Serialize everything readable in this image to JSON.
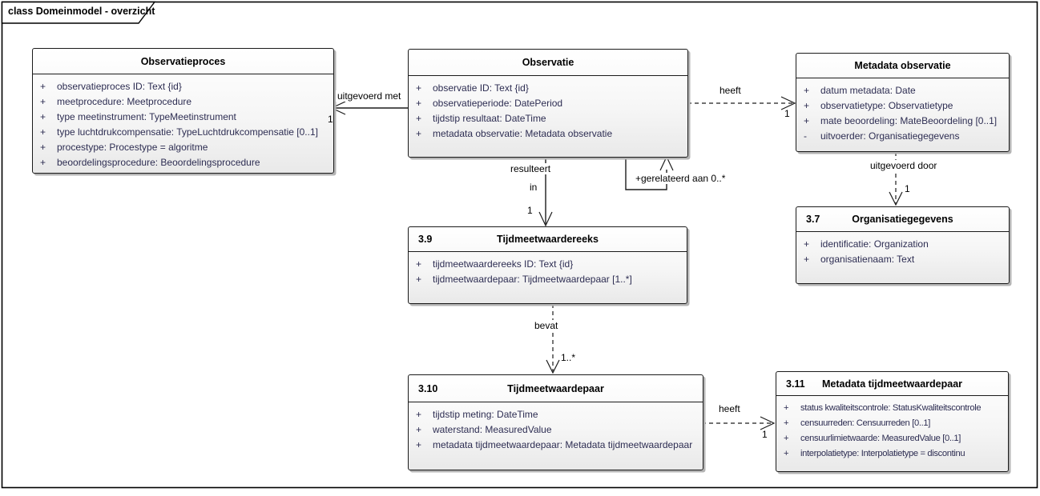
{
  "frame": {
    "title": "class Domeinmodel - overzicht"
  },
  "colors": {
    "attribute_text": "#2d2d52",
    "line": "#1c1c1c",
    "box_fill_top": "#ffffff",
    "box_fill_bottom": "#e9e9e9"
  },
  "classes": [
    {
      "title": "Observatieproces",
      "attributes": [
        {
          "v": "+",
          "t": "observatieproces ID: Text {id}"
        },
        {
          "v": "+",
          "t": "meetprocedure: Meetprocedure"
        },
        {
          "v": "+",
          "t": "type meetinstrument: TypeMeetinstrument"
        },
        {
          "v": "+",
          "t": "type luchtdrukcompensatie: TypeLuchtdrukcompensatie [0..1]"
        },
        {
          "v": "+",
          "t": "procestype: Procestype = algoritme"
        },
        {
          "v": "+",
          "t": "beoordelingsprocedure: Beoordelingsprocedure"
        }
      ]
    },
    {
      "title": "Observatie",
      "attributes": [
        {
          "v": "+",
          "t": "observatie ID: Text {id}"
        },
        {
          "v": "+",
          "t": "observatieperiode: DatePeriod"
        },
        {
          "v": "+",
          "t": "tijdstip resultaat: DateTime"
        },
        {
          "v": "+",
          "t": "metadata observatie: Metadata observatie"
        }
      ]
    },
    {
      "title": "Metadata observatie",
      "attributes": [
        {
          "v": "+",
          "t": "datum metadata: Date"
        },
        {
          "v": "+",
          "t": "observatietype: Observatietype"
        },
        {
          "v": "+",
          "t": "mate beoordeling: MateBeoordeling [0..1]"
        },
        {
          "v": "-",
          "t": "uitvoerder: Organisatiegegevens"
        }
      ]
    },
    {
      "number": "3.7",
      "title": "Organisatiegegevens",
      "attributes": [
        {
          "v": "+",
          "t": "identificatie: Organization"
        },
        {
          "v": "+",
          "t": "organisatienaam: Text"
        }
      ]
    },
    {
      "number": "3.9",
      "title": "Tijdmeetwaardereeks",
      "attributes": [
        {
          "v": "+",
          "t": "tijdmeetwaardereeks ID: Text {id}"
        },
        {
          "v": "+",
          "t": "tijdmeetwaardepaar: Tijdmeetwaardepaar [1..*]"
        }
      ]
    },
    {
      "number": "3.10",
      "title": "Tijdmeetwaardepaar",
      "attributes": [
        {
          "v": "+",
          "t": "tijdstip meting: DateTime"
        },
        {
          "v": "+",
          "t": "waterstand: MeasuredValue"
        },
        {
          "v": "+",
          "t": "metadata tijdmeetwaardepaar: Metadata tijdmeetwaardepaar"
        }
      ]
    },
    {
      "number": "3.11",
      "title": "Metadata tijdmeetwaardepaar",
      "attributes": [
        {
          "v": "+",
          "t": "status kwaliteitscontrole: StatusKwaliteitscontrole"
        },
        {
          "v": "+",
          "t": "censuurreden: Censuurreden [0..1]"
        },
        {
          "v": "+",
          "t": "censuurlimietwaarde: MeasuredValue [0..1]"
        },
        {
          "v": "+",
          "t": "interpolatietype: Interpolatietype = discontinu"
        }
      ]
    }
  ],
  "connectors": {
    "uitgevoerd_met": {
      "label": "uitgevoerd met",
      "mult": "1"
    },
    "heeft_observatie": {
      "label": "heeft",
      "mult": "1"
    },
    "resulteert_in": {
      "label_line1": "resulteert",
      "label_line2": "in",
      "mult": "1"
    },
    "gerelateerd_aan": {
      "label": "+gerelateerd aan 0..*"
    },
    "uitgevoerd_door": {
      "label": "uitgevoerd door",
      "mult": "1"
    },
    "bevat": {
      "label": "bevat",
      "mult": "1..*"
    },
    "heeft_tijdmeetwaardepaar": {
      "label": "heeft",
      "mult": "1"
    }
  }
}
